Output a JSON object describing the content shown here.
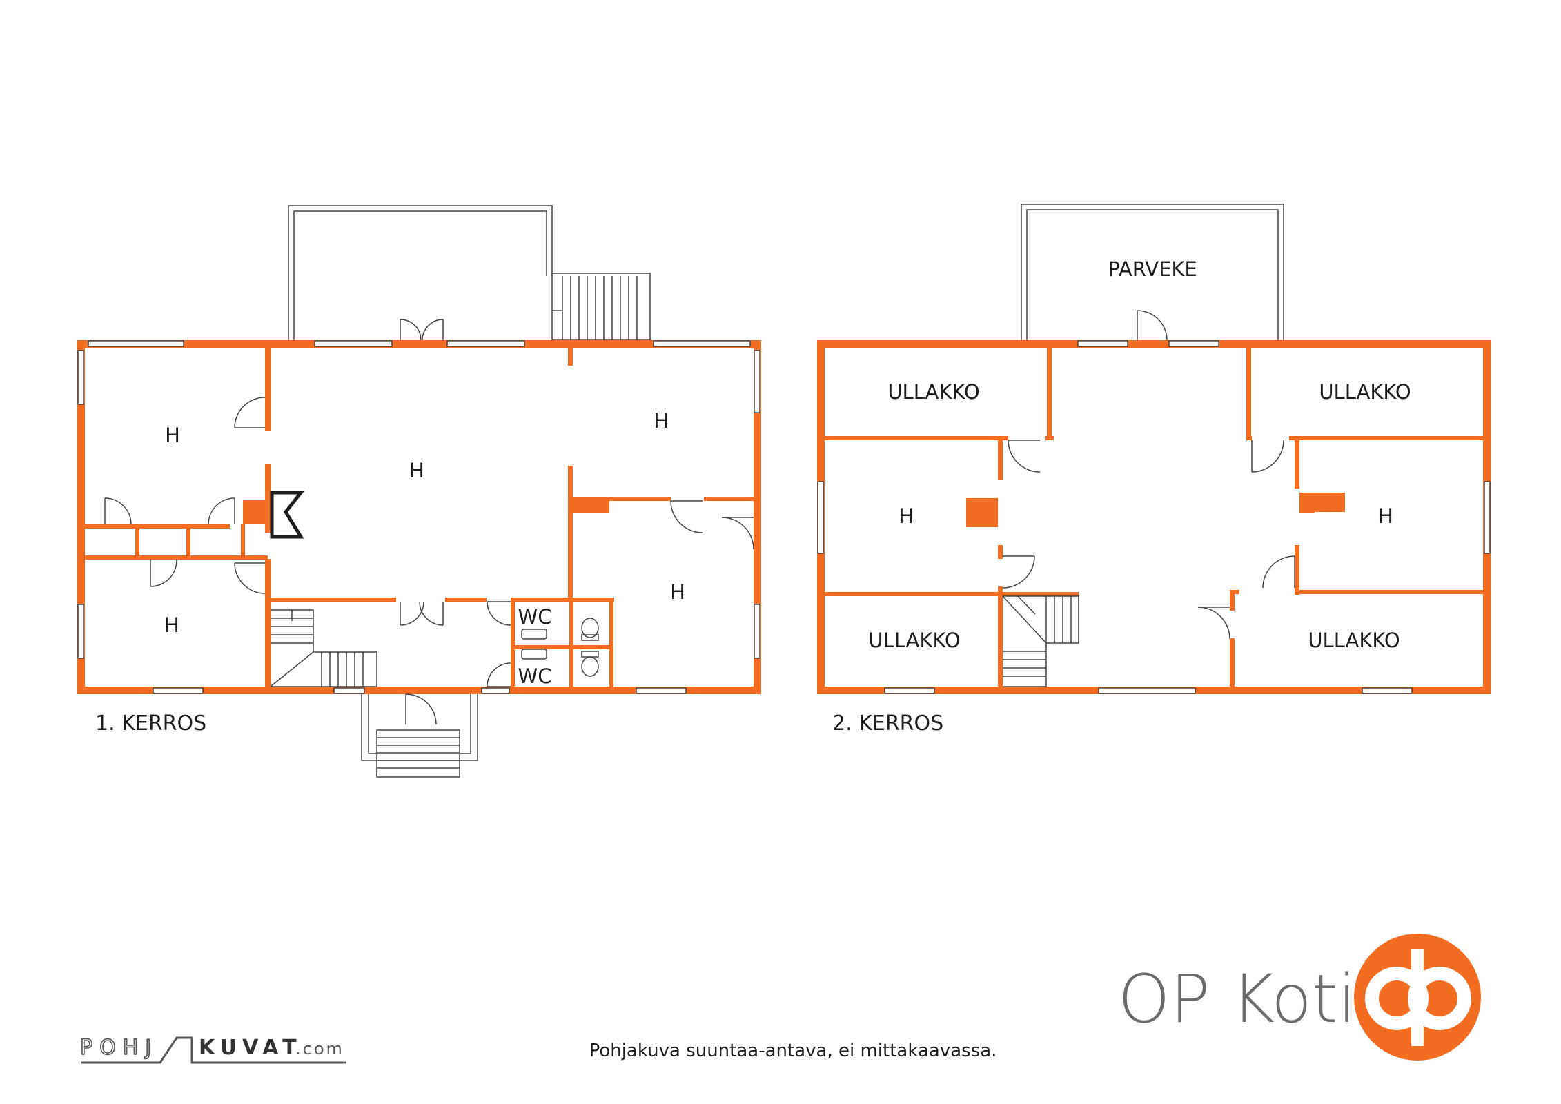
{
  "floors": [
    {
      "label": "1. KERROS",
      "rooms": [
        "H",
        "H",
        "H",
        "H",
        "H",
        "WC",
        "WC"
      ]
    },
    {
      "label": "2. KERROS",
      "rooms": [
        "PARVEKE",
        "ULLAKKO",
        "ULLAKKO",
        "H",
        "H",
        "ULLAKKO",
        "ULLAKKO"
      ]
    }
  ],
  "footer": {
    "note": "Pohjakuva suuntaa-antava, ei mittakaavassa.",
    "brand": "OP Koti",
    "credit_part1": "POHJ",
    "credit_part2": "KUVAT",
    "credit_suffix": ".com"
  },
  "colors": {
    "wall": "#f26c22",
    "text": "#1d1d1b",
    "brand_text": "#6b6b6b"
  }
}
